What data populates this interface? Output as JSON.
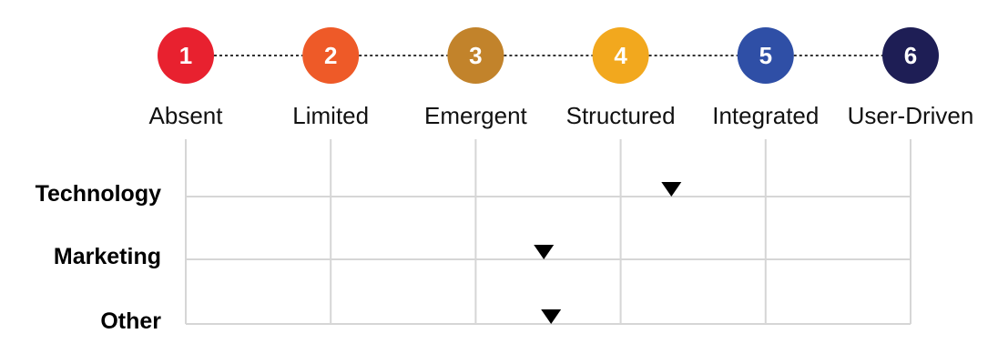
{
  "stages": [
    {
      "number": "1",
      "label": "Absent",
      "color": "#E8212F"
    },
    {
      "number": "2",
      "label": "Limited",
      "color": "#EE5A28"
    },
    {
      "number": "3",
      "label": "Emergent",
      "color": "#C2832B"
    },
    {
      "number": "4",
      "label": "Structured",
      "color": "#F2A81E"
    },
    {
      "number": "5",
      "label": "Integrated",
      "color": "#2F4FA6"
    },
    {
      "number": "6",
      "label": "User-Driven",
      "color": "#1E1E55"
    }
  ],
  "rows": [
    {
      "label": "Technology",
      "level": 4.35
    },
    {
      "label": "Marketing",
      "level": 3.47
    },
    {
      "label": "Other",
      "level": 3.52
    }
  ],
  "marker_color": "#000000"
}
